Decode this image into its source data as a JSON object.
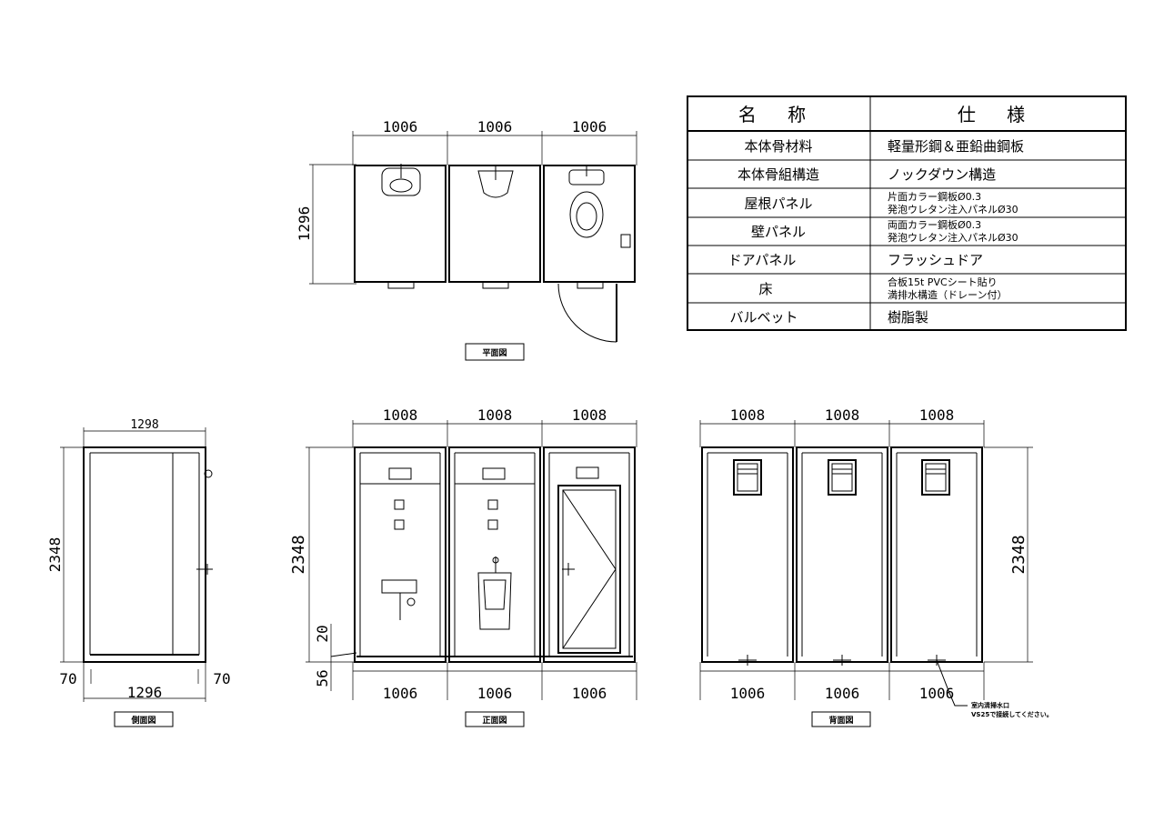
{
  "spec_table": {
    "header_name": "名 称",
    "header_spec": "仕 様",
    "rows": [
      {
        "name": "本体骨材料",
        "spec": [
          "軽量形鋼＆亜鉛曲鋼板"
        ]
      },
      {
        "name": "本体骨組構造",
        "spec": [
          "ノックダウン構造"
        ]
      },
      {
        "name": "屋根パネル",
        "spec": [
          "片面カラー鋼板Ø0.3",
          "発泡ウレタン注入パネルØ30"
        ]
      },
      {
        "name": "壁パネル",
        "spec": [
          "両面カラー鋼板Ø0.3",
          "発泡ウレタン注入パネルØ30"
        ]
      },
      {
        "name": "ドアパネル",
        "spec": [
          "フラッシュドア"
        ]
      },
      {
        "name": "床",
        "spec": [
          "合板15t PVCシート貼り",
          "満排水構造（ドレーン付）"
        ]
      },
      {
        "name": "バルベット",
        "spec": [
          "樹脂製"
        ]
      }
    ]
  },
  "plan_view": {
    "label": "平面図",
    "widths": [
      "1006",
      "1006",
      "1006"
    ],
    "depth": "1296"
  },
  "side_view": {
    "label": "側面図",
    "top_width": "1298",
    "bottom_width": "1296",
    "height": "2348",
    "left_offset": "70",
    "right_offset": "70"
  },
  "front_view": {
    "label": "正面図",
    "top_widths": [
      "1008",
      "1008",
      "1008"
    ],
    "bottom_widths": [
      "1006",
      "1006",
      "1006"
    ],
    "height": "2348",
    "floor_dim": "20",
    "base_dim": "56"
  },
  "back_view": {
    "label": "背面図",
    "top_widths": [
      "1008",
      "1008",
      "1008"
    ],
    "bottom_widths": [
      "1006",
      "1006",
      "1006"
    ],
    "height": "2348",
    "note_line1": "室内清掃水口",
    "note_line2": "VS25で接続してください。"
  }
}
